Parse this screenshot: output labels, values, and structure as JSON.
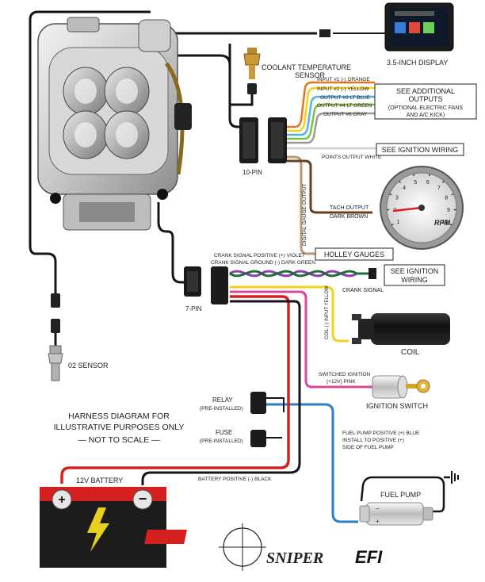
{
  "components": {
    "display_label": "3.5-INCH DISPLAY",
    "coolant_label_1": "COOLANT TEMPERATURE",
    "coolant_label_2": "SENSOR",
    "ten_pin_label": "10-PIN",
    "seven_pin_label": "7-PIN",
    "o2_label": "02 SENSOR",
    "coil_label": "COIL",
    "ignition_switch_label": "IGNITION SWITCH",
    "fuel_pump_label": "FUEL PUMP",
    "battery_label": "12V BATTERY",
    "relay_label": "RELAY",
    "relay_sub": "(PRE-INSTALLED)",
    "fuse_label": "FUSE",
    "fuse_sub": "(PRE-INSTALLED)",
    "gauge_text": "RPM",
    "gauge_numbers": [
      "1",
      "2",
      "3",
      "4",
      "5",
      "6",
      "7",
      "8",
      "9",
      "10"
    ]
  },
  "wires": {
    "input1": "INPUT #1 (-) ORANGE",
    "input2": "INPUT #2 (-) YELLOW",
    "output3": "OUTPUT #3 LT BLUE",
    "output4": "OUTPUT #4 LT GREEN",
    "output6": "OUTPUT #6 GRAY",
    "points_output": "POINTS OUTPUT WHITE",
    "digital_gauge": "DIGITAL GAUGE OUTPUT",
    "tach_output": "TACH OUTPUT",
    "tach_color": "DARK BROWN",
    "crank_pos": "CRANK SIGNAL POSITIVE (+) VIOLET",
    "crank_gnd": "CRANK SIGNAL GROUND (-) DARK GREEN",
    "crank_signal": "CRANK SIGNAL",
    "coil_input": "COIL (-) INPUT YELLOW",
    "switched_1": "SWITCHED IGNITION",
    "switched_2": "(+12V) PINK",
    "fuel_pos_1": "FUEL PUMP POSITIVE (+) BLUE",
    "fuel_pos_2": "INSTALL TO POSITIVE (+)",
    "fuel_pos_3": "SIDE OF FUEL PUMP",
    "battery_neg": "BATTERY POSITIVE (-) BLACK"
  },
  "callouts": {
    "additional_1": "SEE ADDITIONAL",
    "additional_2": "OUTPUTS",
    "additional_3": "(OPTIONAL ELECTRIC FANS",
    "additional_4": "AND A/C KICK)",
    "ignition_wiring_top": "SEE IGNITION WIRING",
    "holley_gauges": "HOLLEY GAUGES",
    "ignition_wiring_1": "SEE IGNITION",
    "ignition_wiring_2": "WIRING"
  },
  "notes": {
    "line1": "HARNESS DIAGRAM FOR",
    "line2": "ILLUSTRATIVE PURPOSES ONLY",
    "line3": "— NOT TO SCALE —"
  },
  "brand": {
    "holley": "Holley",
    "sniper": "SNIPER",
    "efi": "EFI"
  },
  "colors": {
    "orange": "#e8731a",
    "yellow": "#f2d21a",
    "lt_blue": "#4fb3e8",
    "lt_green": "#7cc242",
    "gray": "#9a9a9a",
    "white": "#f4f4f4",
    "brown": "#6b3e1e",
    "tan": "#b89a72",
    "violet": "#8a3fa8",
    "dark_green": "#1e6b3a",
    "pink": "#d9489a",
    "blue": "#2b7fc4",
    "red": "#d62020",
    "black": "#151515"
  }
}
